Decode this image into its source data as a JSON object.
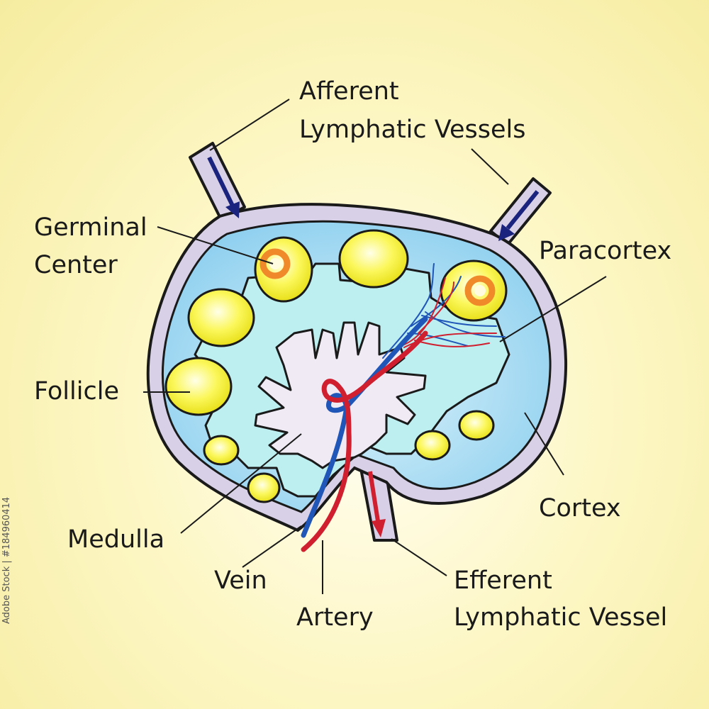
{
  "labels": {
    "afferent_line1": "Afferent",
    "afferent_line2": "Lymphatic Vessels",
    "germinal_line1": "Germinal",
    "germinal_line2": "Center",
    "paracortex": "Paracortex",
    "follicle": "Follicle",
    "cortex": "Cortex",
    "medulla": "Medulla",
    "vein": "Vein",
    "artery": "Artery",
    "efferent_line1": "Efferent",
    "efferent_line2": "Lymphatic Vessel"
  },
  "watermark": "Adobe Stock | #184960414",
  "colors": {
    "capsule": "#d8d0e6",
    "cortex": "#a9dcf3",
    "paracortex": "#bdeef0",
    "medulla": "#efeaf4",
    "follicle": "#f4f02a",
    "germinal": "#f0892a",
    "vein": "#1f56b8",
    "artery": "#d01f2f",
    "arrow": "#1a237e"
  }
}
